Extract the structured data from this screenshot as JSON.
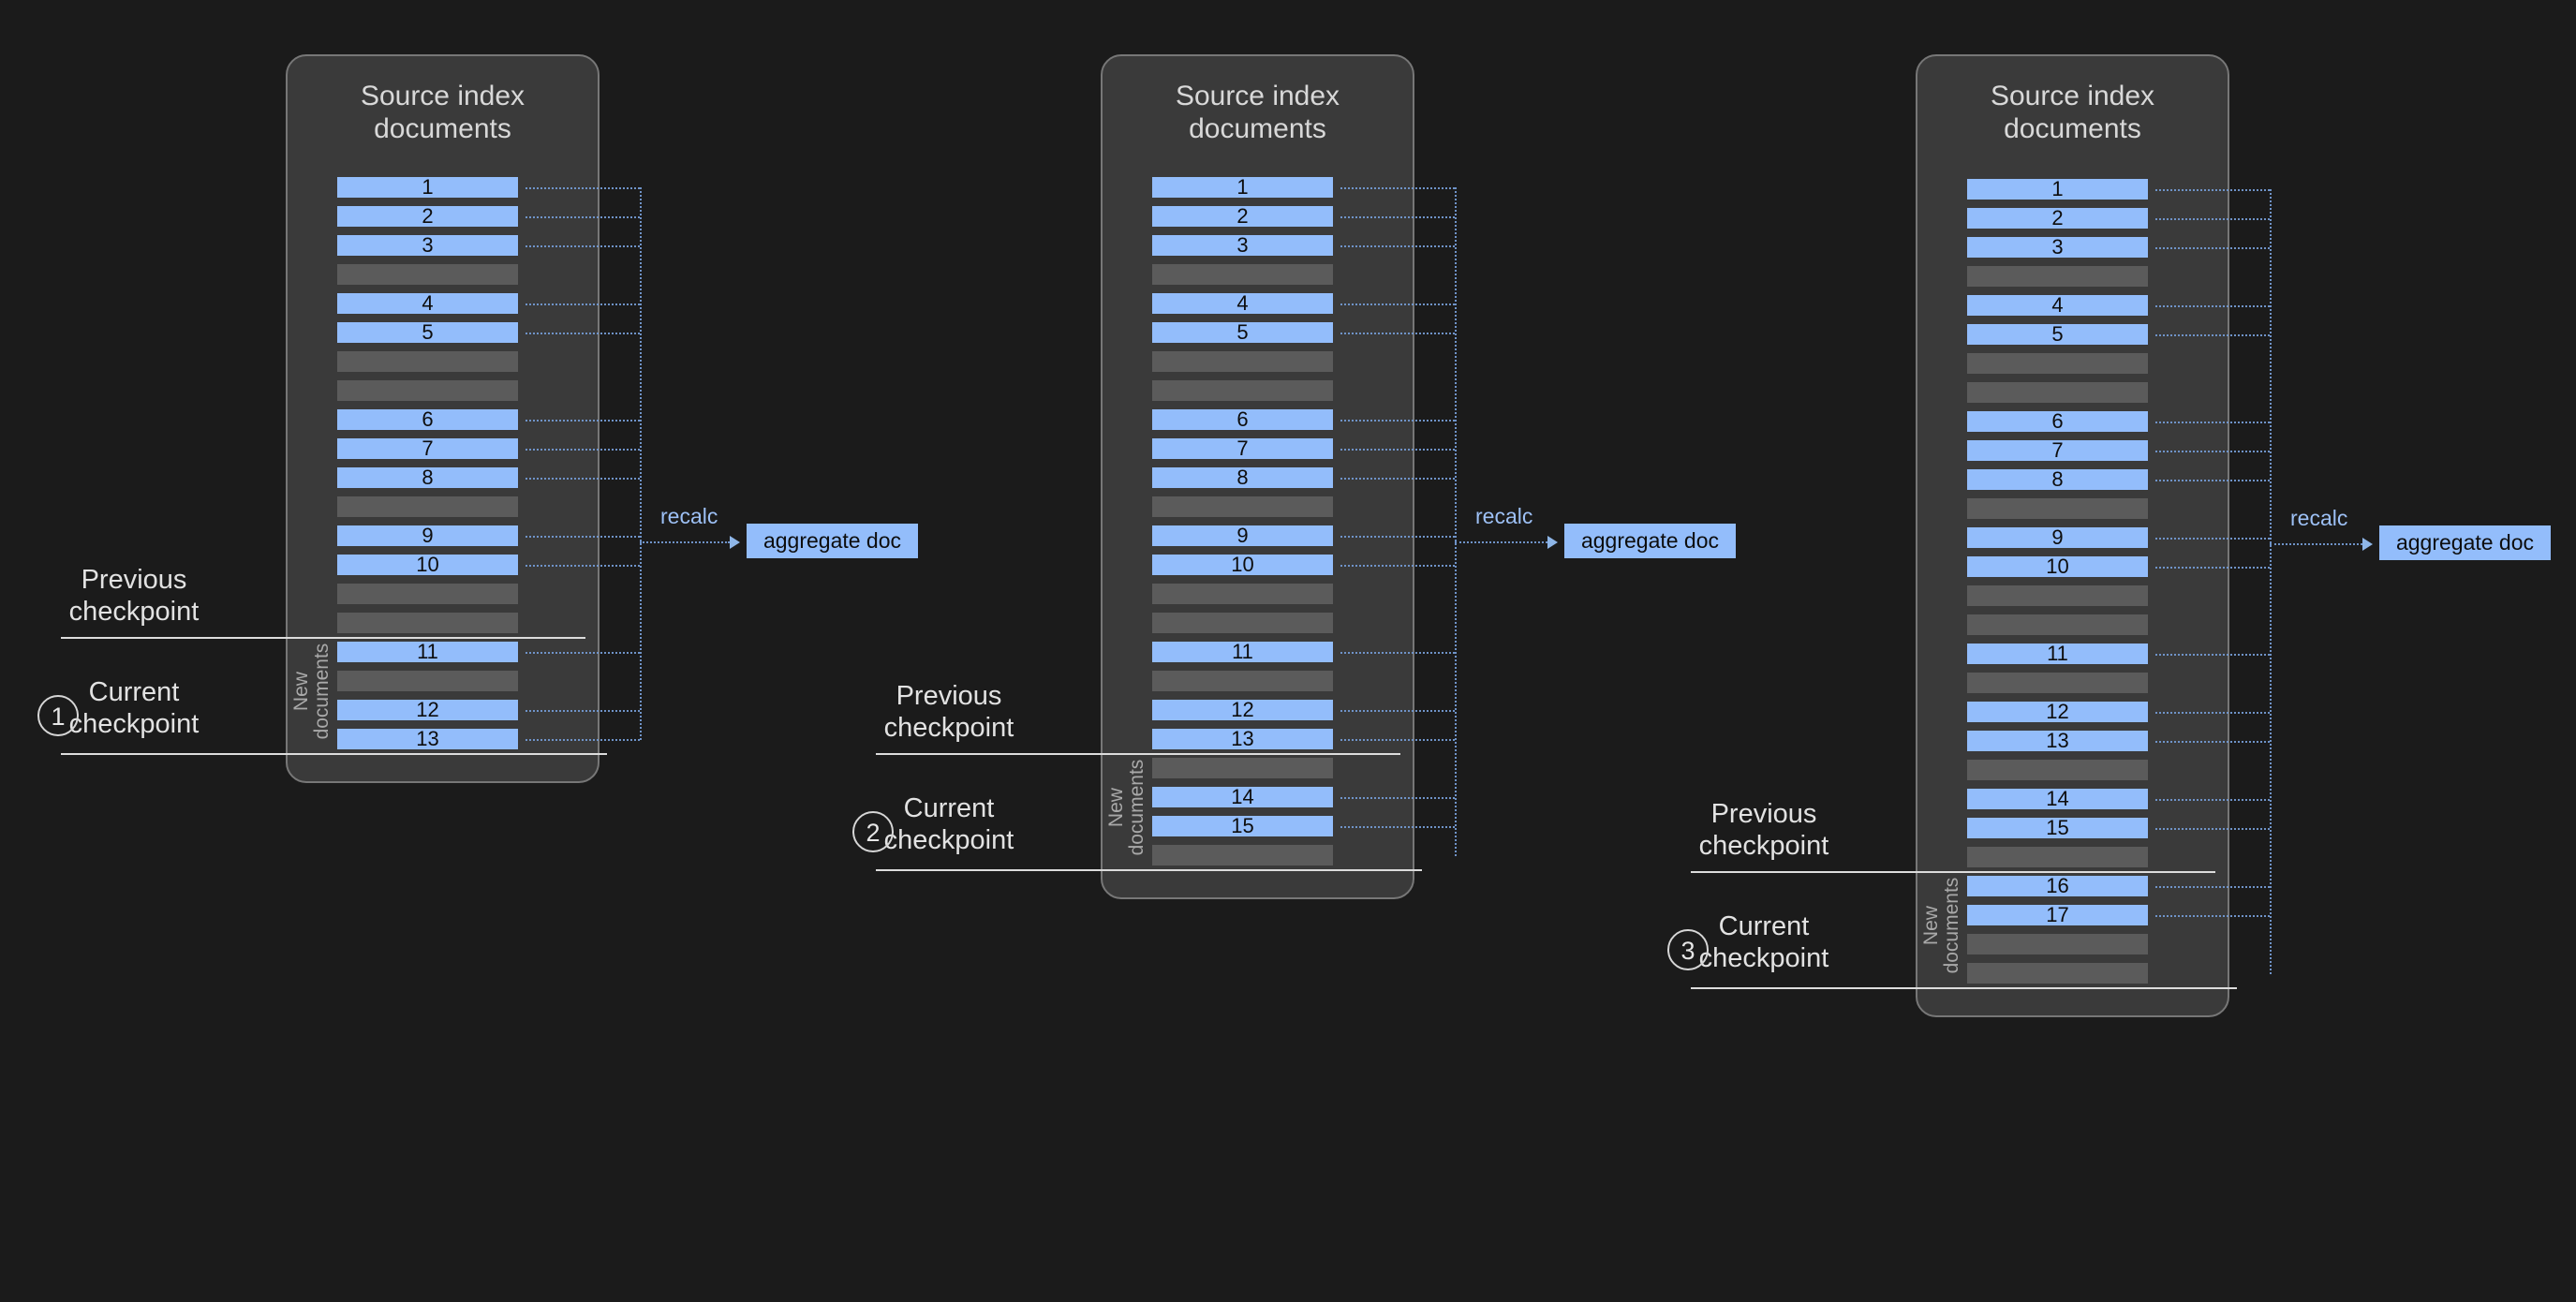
{
  "diagram": {
    "title": "Transform checkpoint / recalculation diagram",
    "background_color": "#1b1b1b",
    "panel_color": "#3a3a3a",
    "doc_filled_color": "#93bdfb",
    "doc_empty_color": "#5b5b5b",
    "accent_color": "#6f93c8",
    "text_color": "#e2e2e2"
  },
  "panels": [
    {
      "id": "panel-1",
      "title": "Source index\ndocuments",
      "new_documents_label": "New\ndocuments",
      "recalc_label": "recalc",
      "aggregate_label": "aggregate doc",
      "rows": [
        {
          "label": "1",
          "filled": true
        },
        {
          "label": "2",
          "filled": true
        },
        {
          "label": "3",
          "filled": true
        },
        {
          "label": "",
          "filled": false
        },
        {
          "label": "4",
          "filled": true
        },
        {
          "label": "5",
          "filled": true
        },
        {
          "label": "",
          "filled": false
        },
        {
          "label": "",
          "filled": false
        },
        {
          "label": "6",
          "filled": true
        },
        {
          "label": "7",
          "filled": true
        },
        {
          "label": "8",
          "filled": true
        },
        {
          "label": "",
          "filled": false
        },
        {
          "label": "9",
          "filled": true
        },
        {
          "label": "10",
          "filled": true
        },
        {
          "label": "",
          "filled": false
        },
        {
          "label": "",
          "filled": false
        },
        {
          "label": "11",
          "filled": true
        },
        {
          "label": "",
          "filled": false
        },
        {
          "label": "12",
          "filled": true
        },
        {
          "label": "13",
          "filled": true
        }
      ],
      "previous_checkpoint_label": "Previous\ncheckpoint",
      "current_checkpoint_label": "Current\ncheckpoint",
      "step_number": "1",
      "previous_checkpoint_after_row": 16,
      "current_checkpoint_after_row": 20
    },
    {
      "id": "panel-2",
      "title": "Source index\ndocuments",
      "new_documents_label": "New\ndocuments",
      "recalc_label": "recalc",
      "aggregate_label": "aggregate doc",
      "rows": [
        {
          "label": "1",
          "filled": true
        },
        {
          "label": "2",
          "filled": true
        },
        {
          "label": "3",
          "filled": true
        },
        {
          "label": "",
          "filled": false
        },
        {
          "label": "4",
          "filled": true
        },
        {
          "label": "5",
          "filled": true
        },
        {
          "label": "",
          "filled": false
        },
        {
          "label": "",
          "filled": false
        },
        {
          "label": "6",
          "filled": true
        },
        {
          "label": "7",
          "filled": true
        },
        {
          "label": "8",
          "filled": true
        },
        {
          "label": "",
          "filled": false
        },
        {
          "label": "9",
          "filled": true
        },
        {
          "label": "10",
          "filled": true
        },
        {
          "label": "",
          "filled": false
        },
        {
          "label": "",
          "filled": false
        },
        {
          "label": "11",
          "filled": true
        },
        {
          "label": "",
          "filled": false
        },
        {
          "label": "12",
          "filled": true
        },
        {
          "label": "13",
          "filled": true
        },
        {
          "label": "",
          "filled": false
        },
        {
          "label": "14",
          "filled": true
        },
        {
          "label": "15",
          "filled": true
        },
        {
          "label": "",
          "filled": false
        }
      ],
      "previous_checkpoint_label": "Previous\ncheckpoint",
      "current_checkpoint_label": "Current\ncheckpoint",
      "step_number": "2",
      "previous_checkpoint_after_row": 20,
      "current_checkpoint_after_row": 24
    },
    {
      "id": "panel-3",
      "title": "Source index\ndocuments",
      "new_documents_label": "New\ndocuments",
      "recalc_label": "recalc",
      "aggregate_label": "aggregate doc",
      "rows": [
        {
          "label": "1",
          "filled": true
        },
        {
          "label": "2",
          "filled": true
        },
        {
          "label": "3",
          "filled": true
        },
        {
          "label": "",
          "filled": false
        },
        {
          "label": "4",
          "filled": true
        },
        {
          "label": "5",
          "filled": true
        },
        {
          "label": "",
          "filled": false
        },
        {
          "label": "",
          "filled": false
        },
        {
          "label": "6",
          "filled": true
        },
        {
          "label": "7",
          "filled": true
        },
        {
          "label": "8",
          "filled": true
        },
        {
          "label": "",
          "filled": false
        },
        {
          "label": "9",
          "filled": true
        },
        {
          "label": "10",
          "filled": true
        },
        {
          "label": "",
          "filled": false
        },
        {
          "label": "",
          "filled": false
        },
        {
          "label": "11",
          "filled": true
        },
        {
          "label": "",
          "filled": false
        },
        {
          "label": "12",
          "filled": true
        },
        {
          "label": "13",
          "filled": true
        },
        {
          "label": "",
          "filled": false
        },
        {
          "label": "14",
          "filled": true
        },
        {
          "label": "15",
          "filled": true
        },
        {
          "label": "",
          "filled": false
        },
        {
          "label": "16",
          "filled": true
        },
        {
          "label": "17",
          "filled": true
        },
        {
          "label": "",
          "filled": false
        },
        {
          "label": "",
          "filled": false
        }
      ],
      "previous_checkpoint_label": "Previous\ncheckpoint",
      "current_checkpoint_label": "Current\ncheckpoint",
      "step_number": "3",
      "previous_checkpoint_after_row": 24,
      "current_checkpoint_after_row": 28
    }
  ]
}
